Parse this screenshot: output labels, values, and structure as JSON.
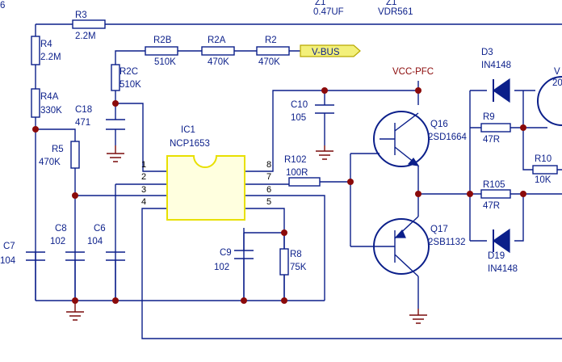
{
  "top_partial": {
    "left_fragment": "6",
    "z1": "Z1",
    "cap_value": "0.47UF",
    "varistor": "VDR561",
    "right_fragment_1": "V",
    "right_fragment_2": "20"
  },
  "resistors": {
    "R3": {
      "ref": "R3",
      "value": "2.2M"
    },
    "R4": {
      "ref": "R4",
      "value": "2.2M"
    },
    "R4A": {
      "ref": "R4A",
      "value": "330K"
    },
    "R5": {
      "ref": "R5",
      "value": "470K"
    },
    "R2C": {
      "ref": "R2C",
      "value": "510K"
    },
    "R2B": {
      "ref": "R2B",
      "value": "510K"
    },
    "R2A": {
      "ref": "R2A",
      "value": "470K"
    },
    "R2": {
      "ref": "R2",
      "value": "470K"
    },
    "R102": {
      "ref": "R102",
      "value": "100R"
    },
    "R8": {
      "ref": "R8",
      "value": "75K"
    },
    "R9": {
      "ref": "R9",
      "value": "47R"
    },
    "R10": {
      "ref": "R10",
      "value": "10K"
    },
    "R105": {
      "ref": "R105",
      "value": "47R"
    }
  },
  "capacitors": {
    "C18": {
      "ref": "C18",
      "value": "471"
    },
    "C10": {
      "ref": "C10",
      "value": "105"
    },
    "C7": {
      "ref": "C7",
      "value": "104"
    },
    "C8": {
      "ref": "C8",
      "value": "102"
    },
    "C6": {
      "ref": "C6",
      "value": "104"
    },
    "C9": {
      "ref": "C9",
      "value": "102"
    }
  },
  "ic": {
    "ref": "IC1",
    "part": "NCP1653",
    "pins": [
      "1",
      "2",
      "3",
      "4",
      "5",
      "6",
      "7",
      "8"
    ]
  },
  "transistors": {
    "Q16": {
      "ref": "Q16",
      "part": "2SD1664"
    },
    "Q17": {
      "ref": "Q17",
      "part": "2SB1132"
    }
  },
  "diodes": {
    "D3": {
      "ref": "D3",
      "part": "IN4148"
    },
    "D19": {
      "ref": "D19",
      "part": "IN4148"
    }
  },
  "nets": {
    "vbus": "V-BUS",
    "vcc_pfc": "VCC-PFC"
  },
  "colors": {
    "wire": "#0b1f8a",
    "junction": "#8b0a0a",
    "ic_outline": "#e8e000",
    "ic_fill": "#ffffdf",
    "vbus_fill": "#f3f07a",
    "net_label": "#8b0a0a"
  }
}
